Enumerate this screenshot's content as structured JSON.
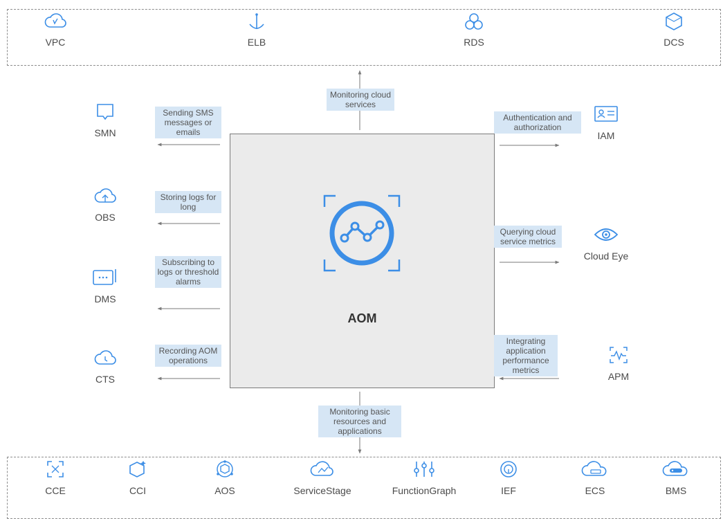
{
  "top_services": [
    {
      "name": "VPC",
      "icon": "cloud-check-icon"
    },
    {
      "name": "ELB",
      "icon": "anchor-icon"
    },
    {
      "name": "RDS",
      "icon": "cluster-icon"
    },
    {
      "name": "DCS",
      "icon": "cube-icon"
    }
  ],
  "left_services": [
    {
      "name": "SMN",
      "icon": "message-icon",
      "note": "Sending SMS messages or emails"
    },
    {
      "name": "OBS",
      "icon": "cloud-upload-icon",
      "note": "Storing logs for long"
    },
    {
      "name": "DMS",
      "icon": "queue-icon",
      "note": "Subscribing to logs or threshold alarms"
    },
    {
      "name": "CTS",
      "icon": "cloud-clock-icon",
      "note": "Recording AOM operations"
    }
  ],
  "right_services": [
    {
      "name": "IAM",
      "icon": "id-card-icon",
      "note": "Authentication and authorization"
    },
    {
      "name": "Cloud Eye",
      "icon": "eye-icon",
      "note": "Querying cloud service metrics"
    },
    {
      "name": "APM",
      "icon": "pulse-icon",
      "note": "Integrating application performance metrics"
    }
  ],
  "bottom_services": [
    {
      "name": "CCE",
      "icon": "container-icon"
    },
    {
      "name": "CCI",
      "icon": "container-instance-icon"
    },
    {
      "name": "AOS",
      "icon": "orchestration-icon"
    },
    {
      "name": "ServiceStage",
      "icon": "cloud-stage-icon"
    },
    {
      "name": "FunctionGraph",
      "icon": "function-icon"
    },
    {
      "name": "IEF",
      "icon": "edge-icon"
    },
    {
      "name": "ECS",
      "icon": "server-cloud-icon"
    },
    {
      "name": "BMS",
      "icon": "bare-metal-icon"
    }
  ],
  "center": {
    "title": "AOM",
    "icon": "line-chart-icon"
  },
  "top_note": "Monitoring cloud services",
  "bottom_note": "Monitoring basic resources and applications",
  "colors": {
    "accent": "#3c8ee6",
    "note_bg": "#d6e6f5",
    "box_bg": "#ebebeb"
  }
}
